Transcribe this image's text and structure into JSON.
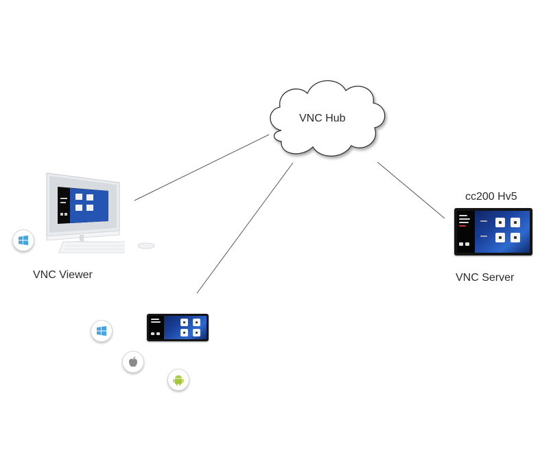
{
  "diagram": {
    "hub": {
      "label": "VNC Hub"
    },
    "viewer": {
      "label": "VNC Viewer",
      "os_icons": [
        "windows-icon"
      ]
    },
    "server": {
      "title": "cc200 Hv5",
      "label": "VNC Server"
    },
    "mobile_viewer": {
      "os_icons": [
        "windows-icon",
        "apple-icon",
        "android-icon"
      ]
    }
  },
  "colors": {
    "windows": "#4aa3df",
    "apple": "#8a8a8a",
    "android": "#a4c639",
    "screen_blue": "#1a3f9a",
    "line": "#555555"
  }
}
